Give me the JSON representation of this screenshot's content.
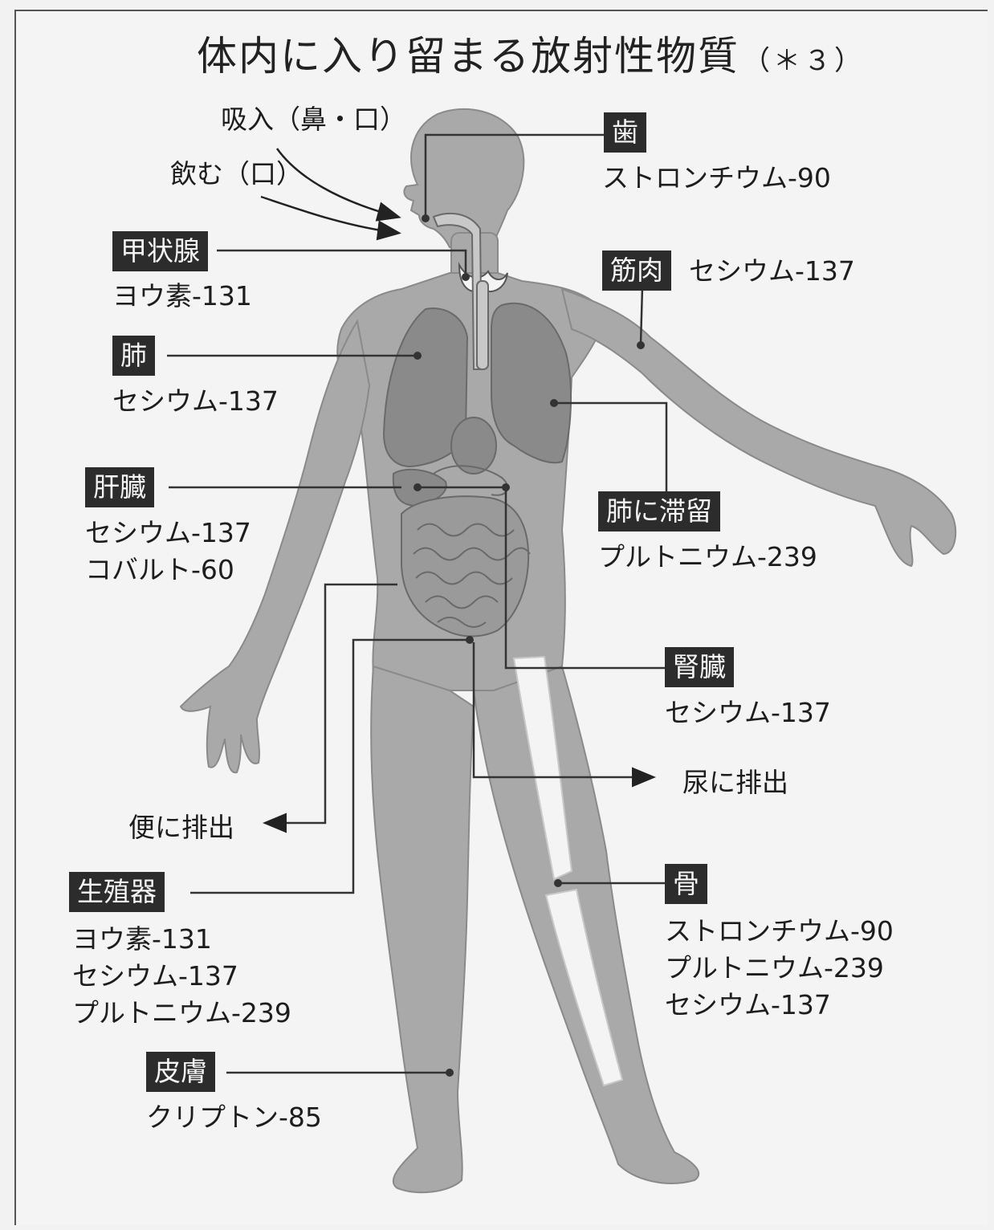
{
  "title": "体内に入り留まる放射性物質",
  "title_note": "（＊３）",
  "intake": {
    "inhale": "吸入（鼻・口）",
    "drink": "飲む（口）"
  },
  "excretion": {
    "feces": "便に排出",
    "urine": "尿に排出"
  },
  "organs": {
    "teeth": {
      "label": "歯",
      "substances": [
        "ストロンチウム-90"
      ]
    },
    "muscle": {
      "label": "筋肉",
      "substances": [
        "セシウム-137"
      ]
    },
    "thyroid": {
      "label": "甲状腺",
      "substances": [
        "ヨウ素-131"
      ]
    },
    "lung": {
      "label": "肺",
      "substances": [
        "セシウム-137"
      ]
    },
    "liver": {
      "label": "肝臓",
      "substances": [
        "セシウム-137",
        "コバルト-60"
      ]
    },
    "lung_retention": {
      "label": "肺に滞留",
      "substances": [
        "プルトニウム-239"
      ]
    },
    "kidney": {
      "label": "腎臓",
      "substances": [
        "セシウム-137"
      ]
    },
    "genital": {
      "label": "生殖器",
      "substances": [
        "ヨウ素-131",
        "セシウム-137",
        "プルトニウム-239"
      ]
    },
    "bone": {
      "label": "骨",
      "substances": [
        "ストロンチウム-90",
        "プルトニウム-239",
        "セシウム-137"
      ]
    },
    "skin": {
      "label": "皮膚",
      "substances": [
        "クリプトン-85"
      ]
    }
  },
  "colors": {
    "body": "#a9a9a9",
    "organ": "#8a8a8a",
    "tag_bg": "#2c2c2c",
    "tag_text": "#f4f4f4",
    "background": "#f4f4f4"
  }
}
